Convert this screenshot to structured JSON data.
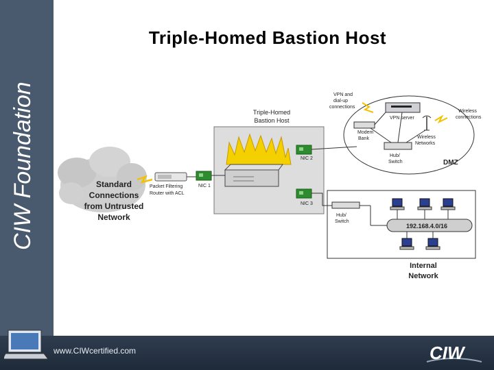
{
  "sidebar": {
    "brand": "CIW Foundations"
  },
  "slide": {
    "title": "Triple-Homed Bastion Host"
  },
  "diagram": {
    "cloud_label": [
      "Standard",
      "Connections",
      "from Untrusted",
      "Network"
    ],
    "router_label": [
      "Packet Filtering",
      "Router with ACL"
    ],
    "bastion_label": [
      "Triple-Homed",
      "Bastion Host"
    ],
    "nic1": "NIC 1",
    "nic2": "NIC 2",
    "nic3": "NIC 3",
    "vpn_dialup_label": [
      "VPN and",
      "dial-up",
      "connections"
    ],
    "vpn_server": "VPN server",
    "modem_bank": [
      "Modem",
      "Bank"
    ],
    "wireless_connections": [
      "Wireless",
      "connections"
    ],
    "wireless_networks": [
      "Wireless",
      "Networks"
    ],
    "dmz_hub": [
      "Hub/",
      "Switch"
    ],
    "dmz": "DMZ",
    "internal_hub": [
      "Hub/",
      "Switch"
    ],
    "subnet": "192.168.4.0/16",
    "internal_network": [
      "Internal",
      "Network"
    ]
  },
  "footer": {
    "url": "www.CIWcertified.com",
    "logo": "CIW"
  },
  "colors": {
    "sidebar": "#4a5a6e",
    "footer": "#1e2a39",
    "fire": "#f5d000",
    "nic": "#2e8b2e"
  }
}
